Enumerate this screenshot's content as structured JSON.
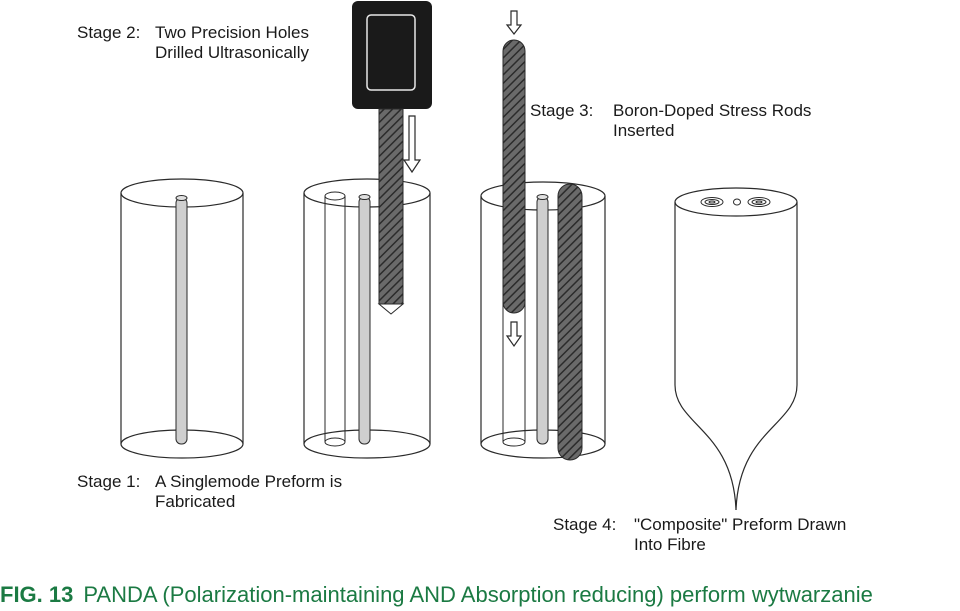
{
  "stages": {
    "stage1": {
      "label": "Stage 1:",
      "line1": "A Singlemode Preform is",
      "line2": "Fabricated"
    },
    "stage2": {
      "label": "Stage 2:",
      "line1": "Two Precision Holes",
      "line2": "Drilled Ultrasonically"
    },
    "stage3": {
      "label": "Stage 3:",
      "line1": "Boron-Doped Stress Rods",
      "line2": "Inserted"
    },
    "stage4": {
      "label": "Stage 4:",
      "line1": "\"Composite\" Preform Drawn",
      "line2": "Into Fibre"
    }
  },
  "caption": {
    "fig": "FIG. 13",
    "text": "PANDA (Polarization-maintaining AND Absorption reducing) perform wytwarzanie"
  },
  "colors": {
    "outline": "#2a2a2a",
    "rod_fill": "#cfcfcf",
    "stress_rod": "#555555",
    "tool_body": "#1a1a1a",
    "caption": "#1b7a43"
  }
}
